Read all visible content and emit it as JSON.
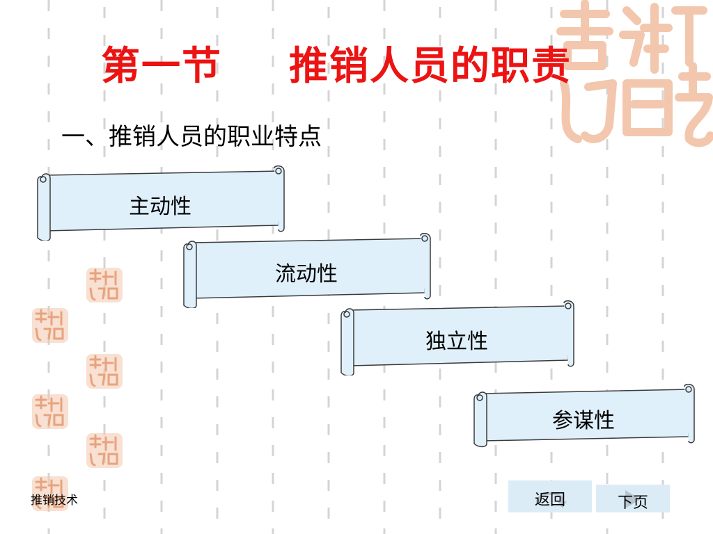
{
  "slide": {
    "title_part1": "第一节",
    "title_part2": "推销人员的职责",
    "subtitle": "一、推销人员的职业特点",
    "scrolls": [
      {
        "label": "主动性"
      },
      {
        "label": "流动性"
      },
      {
        "label": "独立性"
      },
      {
        "label": "参谋性"
      }
    ],
    "footer_label": "推销技术",
    "nav": {
      "back_label": "返回",
      "next_label": "下页"
    }
  },
  "colors": {
    "title": "#ec1313",
    "scroll_fill": "#dff0fb",
    "scroll_stroke": "#3a3a3a",
    "seal": "#f3c7ad",
    "nav_bg": "#dcecf6",
    "dash": "#d4d4d4"
  },
  "icons": {
    "seal": "auspicious-seal-icon",
    "back": "return-arrow-icon",
    "next": "play-arrow-icon"
  }
}
